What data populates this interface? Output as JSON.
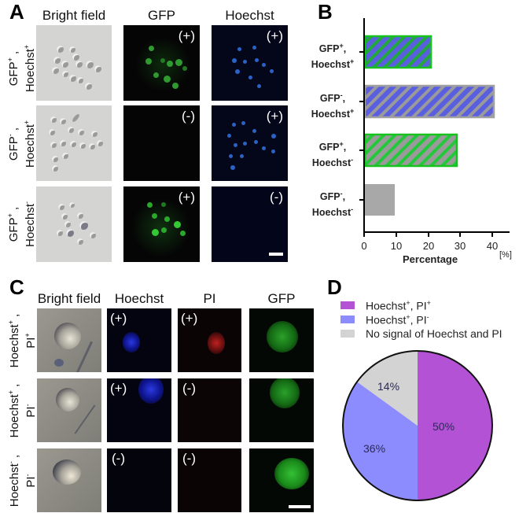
{
  "panel_a": {
    "letter": "A",
    "columns": [
      "Bright field",
      "GFP",
      "Hoechst"
    ],
    "rows": [
      {
        "label_line1": "GFP",
        "sup1": "+",
        "sep": ",",
        "label_line2": "Hoechst",
        "sup2": "+",
        "gfp_sign": "(+)",
        "hoechst_sign": "(+)"
      },
      {
        "label_line1": "GFP",
        "sup1": "-",
        "sep": ",",
        "label_line2": "Hoechst",
        "sup2": "+",
        "gfp_sign": "(-)",
        "hoechst_sign": "(+)"
      },
      {
        "label_line1": "GFP",
        "sup1": "+",
        "sep": ",",
        "label_line2": "Hoechst",
        "sup2": "-",
        "gfp_sign": "(+)",
        "hoechst_sign": "(-)"
      }
    ]
  },
  "panel_b": {
    "letter": "B",
    "bars": [
      {
        "line1": "GFP",
        "sup1": "+",
        "line2": "Hoechst",
        "sup2": "+",
        "value": 20.7,
        "fill": "#5a5fe0",
        "stripe": "#22a83a",
        "border": "#17c21f"
      },
      {
        "line1": "GFP",
        "sup1": "-",
        "line2": "Hoechst",
        "sup2": "+",
        "value": 40.5,
        "fill": "#5a5fe0",
        "stripe": "#9a9a9a",
        "border": "#a0a0a0"
      },
      {
        "line1": "GFP",
        "sup1": "+",
        "line2": "Hoechst",
        "sup2": "-",
        "value": 29.0,
        "fill": "#9a9a9a",
        "stripe": "#22c83a",
        "border": "#17c21f"
      },
      {
        "line1": "GFP",
        "sup1": "-",
        "line2": "Hoechst",
        "sup2": "-",
        "value": 9.5,
        "fill": "#a8a8a8",
        "stripe": null,
        "border": "#a8a8a8"
      }
    ],
    "xticks": [
      "0",
      "10",
      "20",
      "30",
      "40"
    ],
    "xlabel": "Percentage",
    "unit": "[%]"
  },
  "panel_c": {
    "letter": "C",
    "columns": [
      "Bright field",
      "Hoechst",
      "PI",
      "GFP"
    ],
    "rows": [
      {
        "l1": "Hoechst",
        "s1": "+",
        "sep": ",",
        "l2": "PI",
        "s2": "+",
        "hoechst_sign": "(+)",
        "pi_sign": "(+)"
      },
      {
        "l1": "Hoechst",
        "s1": "+",
        "sep": ",",
        "l2": "PI",
        "s2": "-",
        "hoechst_sign": "(+)",
        "pi_sign": "(-)"
      },
      {
        "l1": "Hoechst",
        "s1": "-",
        "sep": ",",
        "l2": "PI",
        "s2": "-",
        "hoechst_sign": "(-)",
        "pi_sign": "(-)"
      }
    ]
  },
  "panel_d": {
    "letter": "D",
    "legend": [
      {
        "text": "Hoechst",
        "sup1": "+",
        "mid": ", PI",
        "sup2": "+",
        "color": "#b452d6"
      },
      {
        "text": "Hoechst",
        "sup1": "+",
        "mid": ", PI",
        "sup2": "-",
        "color": "#8c8cff"
      },
      {
        "text": "No signal of Hoechst and PI",
        "sup1": "",
        "mid": "",
        "sup2": "",
        "color": "#d3d3d3"
      }
    ],
    "slices": [
      {
        "label": "50%",
        "value": 50,
        "color": "#b452d6"
      },
      {
        "label": "36%",
        "value": 36,
        "color": "#8c8cff"
      },
      {
        "label": "14%",
        "value": 14,
        "color": "#d3d3d3"
      }
    ]
  },
  "chart_data": [
    {
      "type": "bar",
      "orientation": "horizontal",
      "title": "",
      "categories": [
        "GFP+, Hoechst+",
        "GFP-, Hoechst+",
        "GFP+, Hoechst-",
        "GFP-, Hoechst-"
      ],
      "values": [
        20.7,
        40.5,
        29.0,
        9.5
      ],
      "xlabel": "Percentage [%]",
      "ylabel": "",
      "xlim": [
        0,
        45
      ],
      "xticks": [
        0,
        10,
        20,
        30,
        40
      ],
      "grid": false,
      "legend": null
    },
    {
      "type": "pie",
      "title": "",
      "categories": [
        "Hoechst+, PI+",
        "Hoechst+, PI-",
        "No signal of Hoechst and PI"
      ],
      "values": [
        50,
        36,
        14
      ],
      "labels": [
        "50%",
        "36%",
        "14%"
      ],
      "legend_position": "top"
    }
  ]
}
